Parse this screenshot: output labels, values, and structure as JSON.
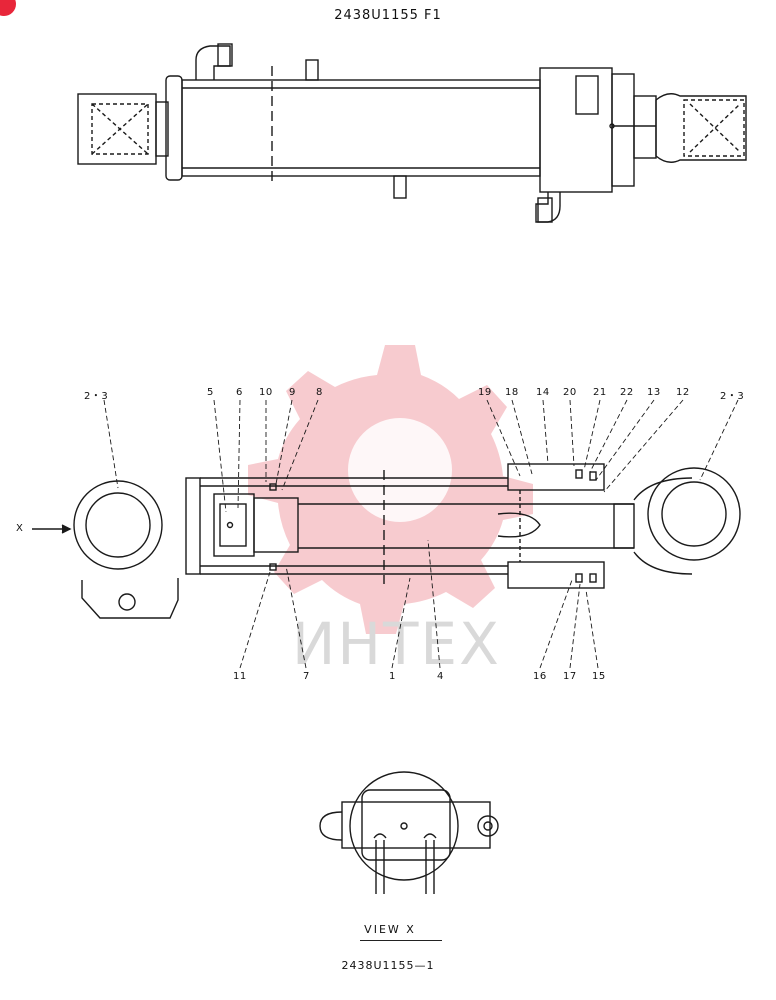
{
  "header": {
    "drawing_id_top": "2438U1155 F1"
  },
  "footer": {
    "drawing_id_bottom": "2438U1155—1"
  },
  "view_label": "VIEW   X",
  "watermark": {
    "text": "ИНТЕХ",
    "color": "#f2a5ad"
  },
  "callouts": {
    "c1": "1",
    "c4": "4",
    "c5": "5",
    "c6": "6",
    "c7": "7",
    "c8": "8",
    "c9": "9",
    "c10": "10",
    "c11": "11",
    "c12": "12",
    "c13": "13",
    "c14": "14",
    "c15": "15",
    "c16": "16",
    "c17": "17",
    "c18": "18",
    "c19": "19",
    "c20": "20",
    "c21": "21",
    "c22": "22",
    "c23_left": "2・3",
    "c23_right": "2・3",
    "x_arrow": "X"
  },
  "colors": {
    "line": "#1a1a1a",
    "badge": "#e8263a"
  }
}
